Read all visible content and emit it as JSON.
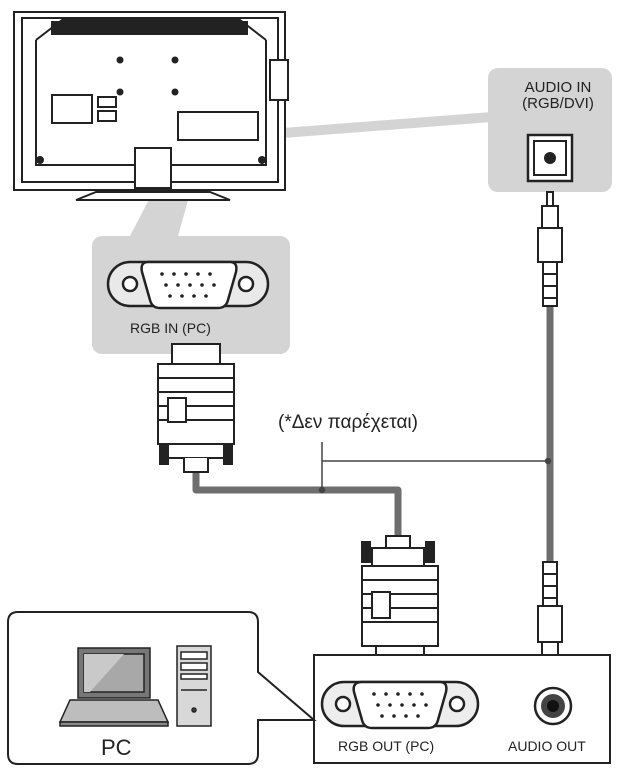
{
  "labels": {
    "audio_in_line1": "AUDIO IN",
    "audio_in_line2": "(RGB/DVI)",
    "rgb_in": "RGB IN (PC)",
    "not_supplied": "(*Δεν παρέχεται)",
    "pc": "PC",
    "rgb_out": "RGB OUT (PC)",
    "audio_out": "AUDIO OUT"
  },
  "colors": {
    "line": "#222222",
    "callout_fill": "#d4d4d4",
    "cable": "#6e6e6e"
  },
  "icons": [
    "tv-rear-icon",
    "vga-port-icon",
    "audio-jack-icon",
    "vga-plug-icon",
    "audio-plug-icon",
    "laptop-icon",
    "desktop-tower-icon"
  ]
}
